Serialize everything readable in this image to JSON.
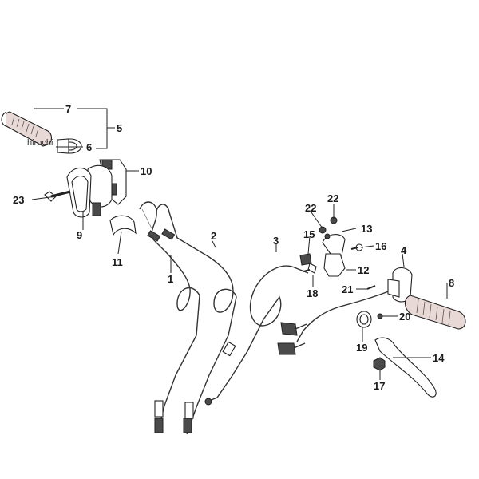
{
  "watermark": "hirochi",
  "callouts": {
    "p1": "1",
    "p2": "2",
    "p3": "3",
    "p4": "4",
    "p5": "5",
    "p6": "6",
    "p7": "7",
    "p8": "8",
    "p9": "9",
    "p10": "10",
    "p11": "11",
    "p12": "12",
    "p13": "13",
    "p14": "14",
    "p15": "15",
    "p16": "16",
    "p17": "17",
    "p18": "18",
    "p19": "19",
    "p20": "20",
    "p21": "21",
    "p22a": "22",
    "p22b": "22",
    "p23": "23"
  }
}
